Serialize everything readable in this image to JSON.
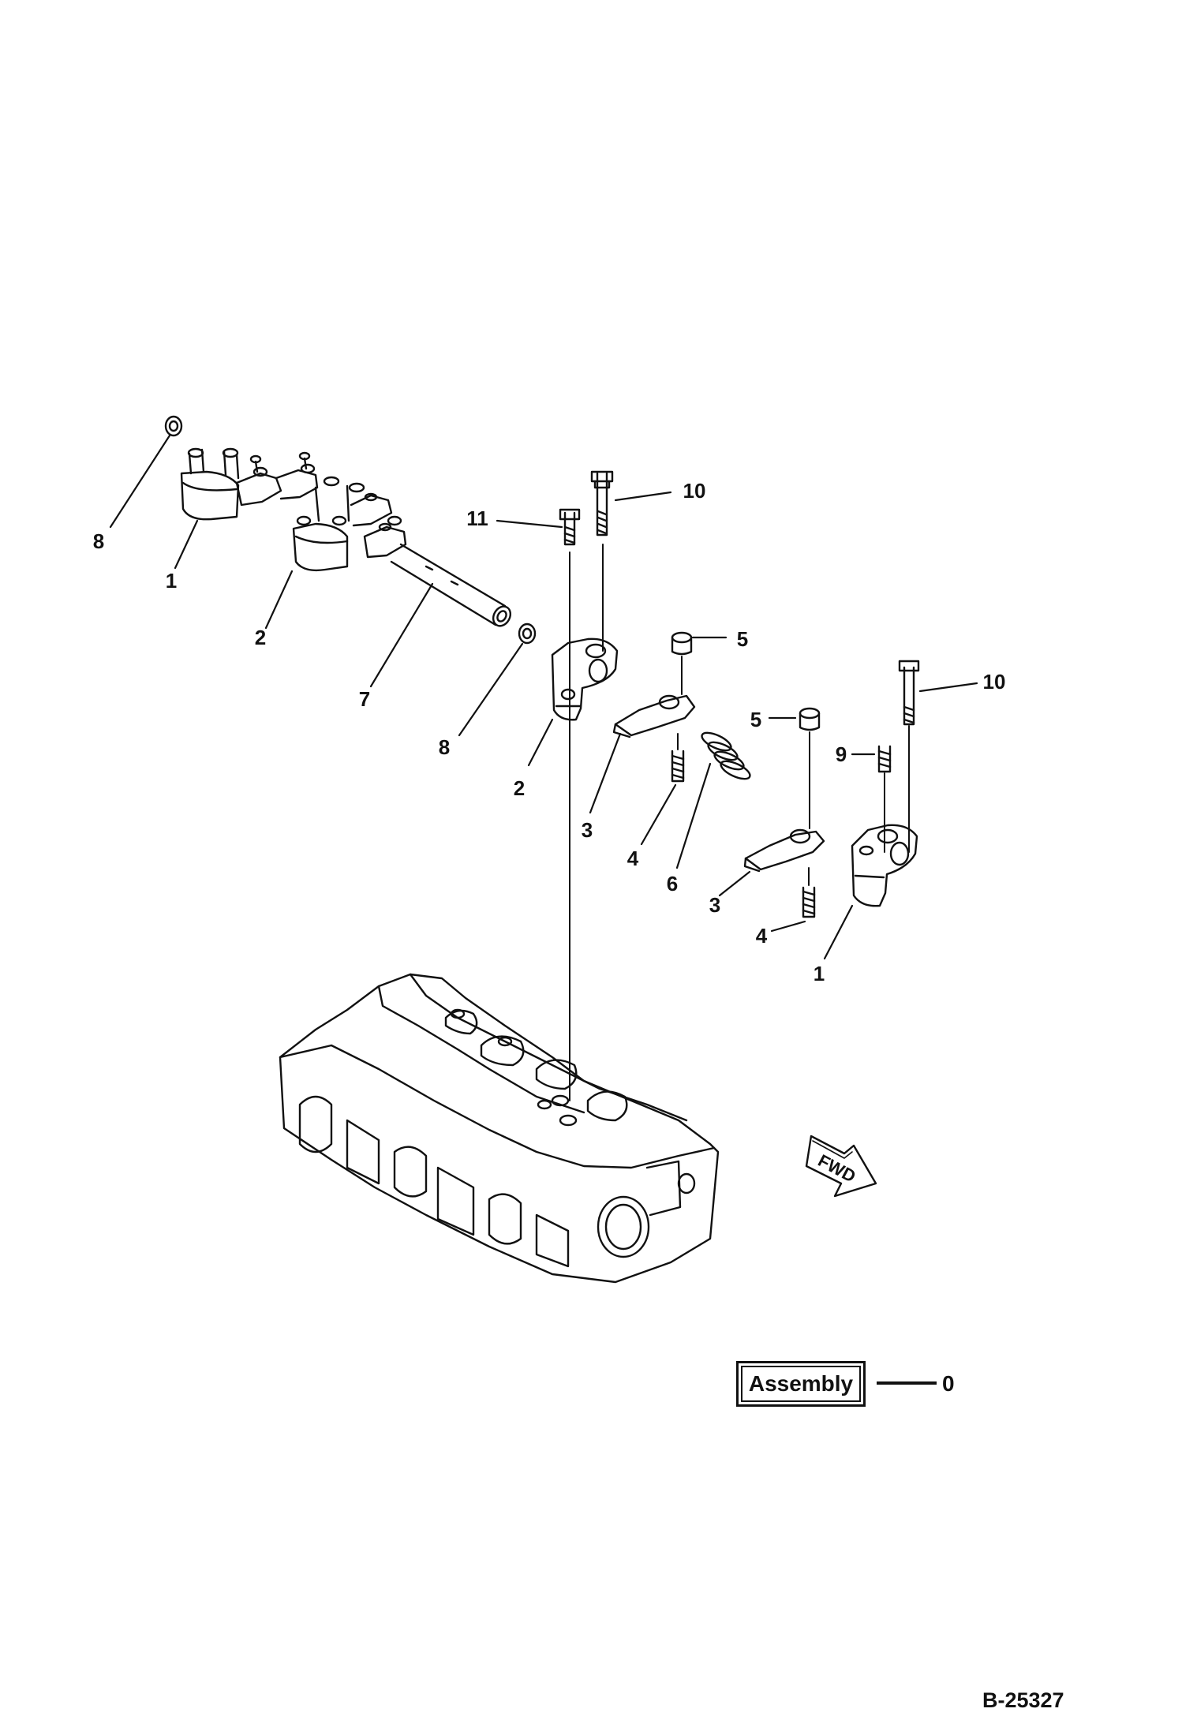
{
  "callouts": {
    "n1a": "1",
    "n1b": "1",
    "n2a": "2",
    "n2b": "2",
    "n3a": "3",
    "n3b": "3",
    "n4a": "4",
    "n4b": "4",
    "n5a": "5",
    "n5b": "5",
    "n6": "6",
    "n7": "7",
    "n8a": "8",
    "n8b": "8",
    "n9": "9",
    "n10a": "10",
    "n10b": "10",
    "n11": "11"
  },
  "assembly": {
    "label": "Assembly",
    "number": "0"
  },
  "direction_arrow": {
    "label": "FWD"
  },
  "drawing_number": "B-25327",
  "colors": {
    "ink": "#111111",
    "paper": "#ffffff"
  }
}
